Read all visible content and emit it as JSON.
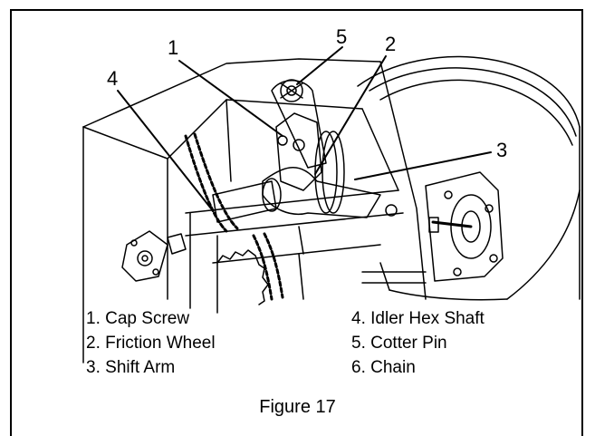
{
  "callouts": [
    "1",
    "2",
    "3",
    "4",
    "5"
  ],
  "legend": [
    {
      "num": "1.",
      "text": "Cap Screw"
    },
    {
      "num": "2.",
      "text": "Friction Wheel"
    },
    {
      "num": "3.",
      "text": "Shift Arm"
    },
    {
      "num": "4.",
      "text": "Idler Hex Shaft"
    },
    {
      "num": "5.",
      "text": "Cotter Pin"
    },
    {
      "num": "6.",
      "text": "Chain"
    }
  ],
  "caption": "Figure 17"
}
